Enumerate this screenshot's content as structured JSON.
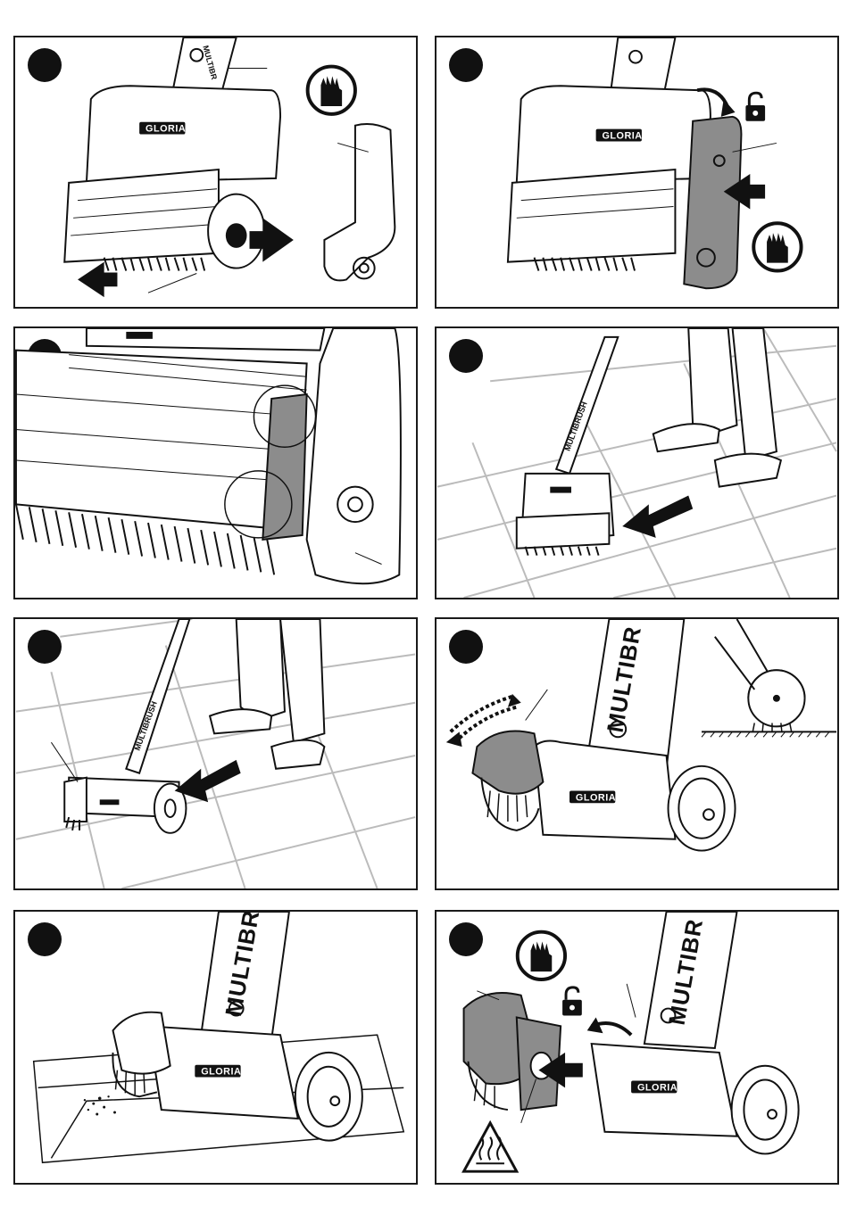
{
  "page": {
    "background": "#ffffff",
    "line_color": "#1a1a1a",
    "shade_color": "#8c8c8c"
  },
  "brand_label": "GLORIA",
  "product_text_long": "MULTIBRUSH",
  "product_text_cropped": "MULTIBR",
  "panels": [
    {
      "id": 1,
      "icons": [
        "glove-icon",
        "arrow-left-icon",
        "arrow-right-icon"
      ]
    },
    {
      "id": 2,
      "icons": [
        "unlock-icon",
        "glove-icon",
        "arrow-left-icon",
        "rotate-arrow-icon"
      ]
    },
    {
      "id": 3,
      "icons": []
    },
    {
      "id": 4,
      "icons": [
        "arrow-direction-icon"
      ]
    },
    {
      "id": 5,
      "icons": [
        "arrow-direction-icon"
      ]
    },
    {
      "id": 6,
      "icons": [
        "adjust-arrows-icon"
      ]
    },
    {
      "id": 7,
      "icons": []
    },
    {
      "id": 8,
      "icons": [
        "glove-icon",
        "unlock-icon",
        "hot-surface-icon",
        "arrow-right-icon"
      ]
    }
  ]
}
